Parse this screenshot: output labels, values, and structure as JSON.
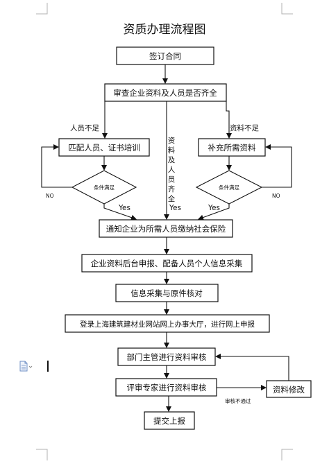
{
  "title": "资质办理流程图",
  "nodes": {
    "sign_contract": "签订合同",
    "review_materials": "审查企业资料及人员是否齐全",
    "match_personnel": "匹配人员、证书培训",
    "supplement_materials": "补充所需资料",
    "notify_insurance": "通知企业为所需人员缴纳社会保险",
    "backend_report": "企业资料后台申报、配备人员个人信息采集",
    "verify_original": "信息采集与原件核对",
    "online_report": "登录上海建筑建材业网站网上办事大厅，进行网上申报",
    "dept_review": "部门主管进行资料审核",
    "expert_review": "评审专家进行资料审核",
    "modify_materials": "资料修改",
    "submit": "提交上报"
  },
  "decisions": {
    "left": "条件满足",
    "right": "条件满足"
  },
  "labels": {
    "personnel_missing": "人员不足",
    "materials_missing": "资料不足",
    "materials_complete_chars": [
      "资",
      "料",
      "及",
      "人",
      "员",
      "齐",
      "全"
    ],
    "yes_left": "Yes",
    "yes_center": "Yes",
    "yes_right": "Yes",
    "no_left": "NO",
    "no_right": "NO",
    "review_failed": "审核不通过"
  },
  "editor": {
    "doc_icon": "document-icon",
    "caret": "text-cursor"
  }
}
